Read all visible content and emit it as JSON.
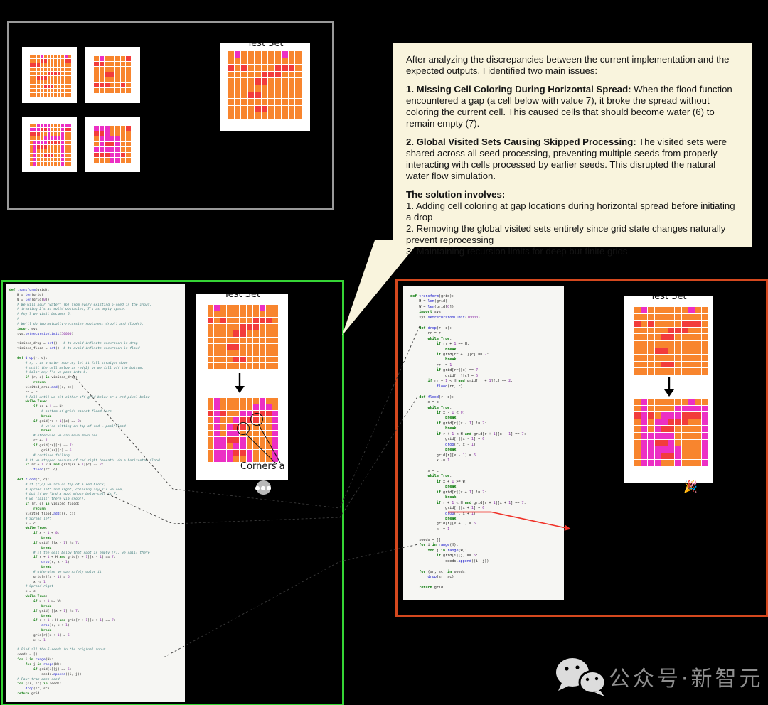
{
  "colors": {
    "background": "#000000",
    "train_box_border": "#9a9a9a",
    "buggy_box_border": "#35d435",
    "fixed_box_border": "#d4481e",
    "bubble_bg": "#f9f4dd",
    "code_bg": "#f6f6f3",
    "red_accent": "#f03228",
    "wechat_gray": "#8f8f8f"
  },
  "palette": {
    "7": "#f8852e",
    "2": "#f23c3c",
    "6": "#ec2fc4",
    "line": "rgba(255,255,255,0.5)"
  },
  "top_box": {
    "test_label": "Test Set"
  },
  "grids": {
    "train": [
      {
        "input": [
          "777677777767",
          "777227777722",
          "222777777777",
          "777777777777",
          "777772222777",
          "772227777777",
          "777777777777",
          "777722277777",
          "777777777777",
          "777777777777"
        ],
        "output": [
          "776666777666",
          "666226777622",
          "222776777677",
          "777766666677",
          "766662222677",
          "762227777677",
          "767777777677",
          "767722277677",
          "767777777677",
          "767777777677"
        ]
      },
      {
        "input": [
          "7677772",
          "2277777",
          "7777777",
          "7722777",
          "7777777",
          "2227727",
          "7777777"
        ],
        "output": [
          "6667772",
          "2267777",
          "7666677",
          "7622677",
          "6666677",
          "2226627",
          "7776677"
        ]
      }
    ],
    "test_input": [
      "76777777677",
      "77777777777",
      "27277772227",
      "77777222777",
      "77772277777",
      "77777777777",
      "77722777777",
      "77777777777",
      "77772277777",
      "77777777777"
    ],
    "test_output_buggy": [
      "76777777677",
      "76777776667",
      "26277662226",
      "76776222776",
      "76762277776",
      "76766777776",
      "76622677776",
      "76676677776",
      "76662267776",
      "76667767776"
    ],
    "test_output_fixed": [
      "76777777677",
      "76777766666",
      "26276662226",
      "76766222776",
      "76762277776",
      "76666677776",
      "76622677776",
      "76666667776",
      "76662267776",
      "76667767776"
    ]
  },
  "bubble": {
    "intro": "After analyzing the discrepancies between the current implementation and the expected outputs, I identified two main issues:",
    "issues": [
      {
        "title": "1. Missing Cell Coloring During Horizontal Spread:",
        "body": " When the flood function encountered a gap (a cell below with value 7), it broke the spread without coloring the current cell. This caused cells that should become water (6) to remain empty (7)."
      },
      {
        "title": "2. Global Visited Sets Causing Skipped Processing:",
        "body": " The visited sets were shared across all seed processing, preventing multiple seeds from properly interacting with cells processed by earlier seeds. This disrupted the natural water flow simulation."
      }
    ],
    "solution_title": "The solution involves:",
    "solution_items": [
      "1. Adding cell coloring at gap locations during horizontal spread before initiating a drop",
      "2. Removing the global visited sets entirely since grid state changes naturally prevent reprocessing",
      "3. Maintaining recursion limits for deep but finite grids"
    ]
  },
  "green_box": {
    "test_label": "Test Set",
    "corners_label": "Corners a",
    "code": [
      "def transform(grid):",
      "    H = len(grid)",
      "    W = len(grid[0])",
      "    # We will pour \"water\" (6) from every existing 6-seed in the input,",
      "    # treating 2's as solid obstacles, 7's as empty space.",
      "    # Any 7 we visit becomes 6.",
      "    #",
      "    # We'll do two mutually-recursive routines: drop() and flood().",
      "    import sys",
      "    sys.setrecursionlimit(50000)",
      "",
      "    visited_drop = set()   # to avoid infinite recursion in drop",
      "    visited_flood = set()  # to avoid infinite recursion in flood",
      "",
      "    def drop(r, c):",
      "        # r, c is a water source; let it fall straight down",
      "        # until the cell below is red(2) or we fall off the bottom.",
      "        # Color any 7's we pass into 6.",
      "        if (r, c) in visited_drop:",
      "            return",
      "        visited_drop.add((r, c))",
      "        rr = r",
      "        # Fall until we hit either off-grid below or a red pixel below",
      "        while True:",
      "            if rr + 1 == H:",
      "                # bottom of grid: cannot flood here",
      "                break",
      "            if grid[rr + 1][c] == 2:",
      "                # we're sitting on top of red → pool/flood",
      "                break",
      "            # otherwise we can move down one",
      "            rr += 1",
      "            if grid[rr][c] == 7:",
      "                grid[rr][c] = 6",
      "            # continue falling",
      "        # if we stopped because of red right beneath, do a horizontal flood",
      "        if rr + 1 < H and grid[rr + 1][c] == 2:",
      "            flood(rr, c)",
      "",
      "    def flood(r, c):",
      "        # at (r,c) we are on top of a red block;",
      "        # spread left and right, coloring any 7's we see,",
      "        # but if we find a spot whose below-cell is 7,",
      "        # we \"spill\" there via drop().",
      "        if (r, c) in visited_flood:",
      "            return",
      "        visited_flood.add((r, c))",
      "        # Spread left",
      "        x = c",
      "        while True:",
      "            if x - 1 < 0:",
      "                break",
      "            if grid[r][x - 1] != 7:",
      "                break",
      "            # if the cell below that spot is empty (7), we spill there",
      "            if r + 1 < H and grid[r + 1][x - 1] == 7:",
      "                drop(r, x - 1)",
      "                break",
      "            # otherwise we can safely color it",
      "            grid[r][x - 1] = 6",
      "            x -= 1",
      "        # Spread right",
      "        x = c",
      "        while True:",
      "            if x + 1 >= W:",
      "                break",
      "            if grid[r][x + 1] != 7:",
      "                break",
      "            if r + 1 < H and grid[r + 1][x + 1] == 7:",
      "                drop(r, x + 1)",
      "                break",
      "            grid[r][x + 1] = 6",
      "            x += 1",
      "",
      "    # Find all the 6-seeds in the original input",
      "    seeds = []",
      "    for i in range(H):",
      "        for j in range(W):",
      "            if grid[i][j] == 6:",
      "                seeds.append((i, j))",
      "    # Pour from each seed",
      "    for (sr, sc) in seeds:",
      "        drop(sr, sc)",
      "    return grid"
    ]
  },
  "orange_box": {
    "test_label": "Test Set",
    "celebration_emoji": "🎉",
    "underline_line": 40,
    "code": [
      "def transform(grid):",
      "    H = len(grid)",
      "    W = len(grid[0])",
      "    import sys",
      "    sys.setrecursionlimit(10000)",
      "",
      "    def drop(r, c):",
      "        rr = r",
      "        while True:",
      "            if rr + 1 == H:",
      "                break",
      "            if grid[rr + 1][c] == 2:",
      "                break",
      "            rr += 1",
      "            if grid[rr][c] == 7:",
      "                grid[rr][c] = 6",
      "        if rr + 1 < H and grid[rr + 1][c] == 2:",
      "            flood(rr, c)",
      "",
      "    def flood(r, c):",
      "        x = c",
      "        while True:",
      "            if x - 1 < 0:",
      "                break",
      "            if grid[r][x - 1] != 7:",
      "                break",
      "            if r + 1 < H and grid[r + 1][x - 1] == 7:",
      "                grid[r][x - 1] = 6",
      "                drop(r, x - 1)",
      "                break",
      "            grid[r][x - 1] = 6",
      "            x -= 1",
      "",
      "        x = c",
      "        while True:",
      "            if x + 1 >= W:",
      "                break",
      "            if grid[r][x + 1] != 7:",
      "                break",
      "            if r + 1 < H and grid[r + 1][x + 1] == 7:",
      "                grid[r][x + 1] = 6",
      "                drop(r, x + 1)",
      "                break",
      "            grid[r][x + 1] = 6",
      "            x += 1",
      "",
      "    seeds = []",
      "    for i in range(H):",
      "        for j in range(W):",
      "            if grid[i][j] == 6:",
      "                seeds.append((i, j))",
      "",
      "    for (sr, sc) in seeds:",
      "        drop(sr, sc)",
      "",
      "    return grid"
    ]
  },
  "footer": {
    "wechat_label": "公众号·新智元"
  }
}
